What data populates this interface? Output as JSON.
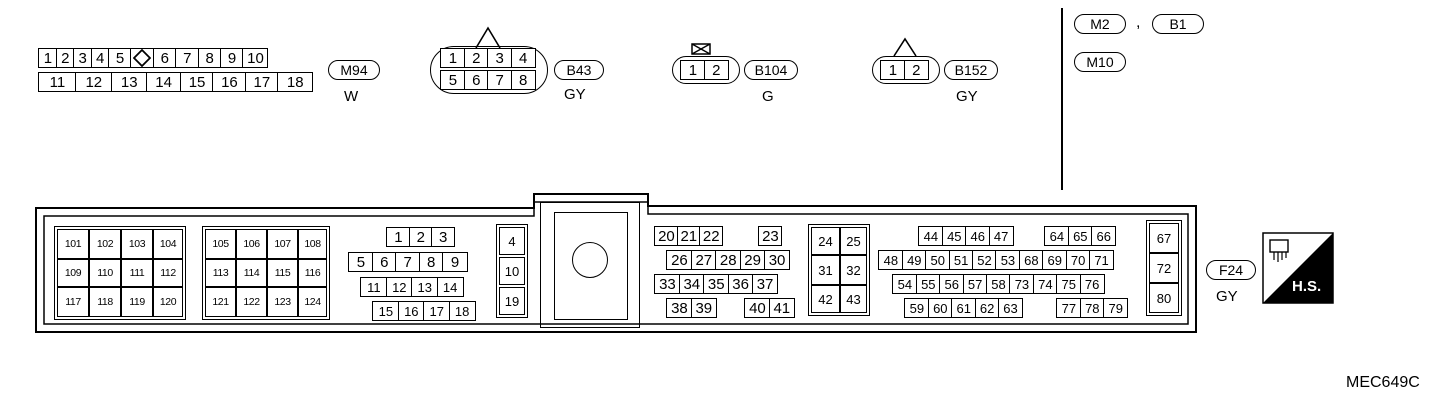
{
  "connectors": {
    "m94": {
      "id": "M94",
      "color": "W",
      "row1": [
        "1",
        "2",
        "3",
        "4",
        "5",
        "",
        "6",
        "7",
        "8",
        "9",
        "10"
      ],
      "row2": [
        "11",
        "12",
        "13",
        "14",
        "15",
        "16",
        "17",
        "18"
      ]
    },
    "b43": {
      "id": "B43",
      "color": "GY",
      "row1": [
        "1",
        "2",
        "3",
        "4"
      ],
      "row2": [
        "5",
        "6",
        "7",
        "8"
      ]
    },
    "b104": {
      "id": "B104",
      "color": "G",
      "pins": [
        "1",
        "2"
      ]
    },
    "b152": {
      "id": "B152",
      "color": "GY",
      "pins": [
        "1",
        "2"
      ]
    },
    "m2": {
      "id": "M2"
    },
    "separator": ",",
    "b1": {
      "id": "B1"
    },
    "m10": {
      "id": "M10"
    },
    "f24": {
      "id": "F24",
      "color": "GY",
      "block_a": [
        [
          "101",
          "102",
          "103",
          "104"
        ],
        [
          "109",
          "110",
          "111",
          "112"
        ],
        [
          "117",
          "118",
          "119",
          "120"
        ]
      ],
      "block_b": [
        [
          "105",
          "106",
          "107",
          "108"
        ],
        [
          "113",
          "114",
          "115",
          "116"
        ],
        [
          "121",
          "122",
          "123",
          "124"
        ]
      ],
      "block_c": {
        "row1": [
          "1",
          "2",
          "3"
        ],
        "row2": [
          "5",
          "6",
          "7",
          "8",
          "9"
        ],
        "row3": [
          "11",
          "12",
          "13",
          "14"
        ],
        "row4": [
          "15",
          "16",
          "17",
          "18"
        ]
      },
      "block_d": [
        "4",
        "10",
        "19"
      ],
      "block_e": {
        "row1": [
          "20",
          "21",
          "22",
          "23"
        ],
        "row2": [
          "26",
          "27",
          "28",
          "29",
          "30"
        ],
        "row3": [
          "33",
          "34",
          "35",
          "36",
          "37"
        ],
        "row4": [
          "38",
          "39",
          "40",
          "41"
        ]
      },
      "block_f": [
        [
          "24",
          "25"
        ],
        [
          "31",
          "32"
        ],
        [
          "42",
          "43"
        ]
      ],
      "block_g": {
        "row1": [
          "44",
          "45",
          "46",
          "47",
          "64",
          "65",
          "66"
        ],
        "row2": [
          "48",
          "49",
          "50",
          "51",
          "52",
          "53",
          "68",
          "69",
          "70",
          "71"
        ],
        "row3": [
          "54",
          "55",
          "56",
          "57",
          "58",
          "73",
          "74",
          "75",
          "76"
        ],
        "row4": [
          "59",
          "60",
          "61",
          "62",
          "63",
          "77",
          "78",
          "79"
        ]
      },
      "block_h": [
        "67",
        "72",
        "80"
      ]
    }
  },
  "hs_label": "H.S.",
  "figure_code": "MEC649C"
}
